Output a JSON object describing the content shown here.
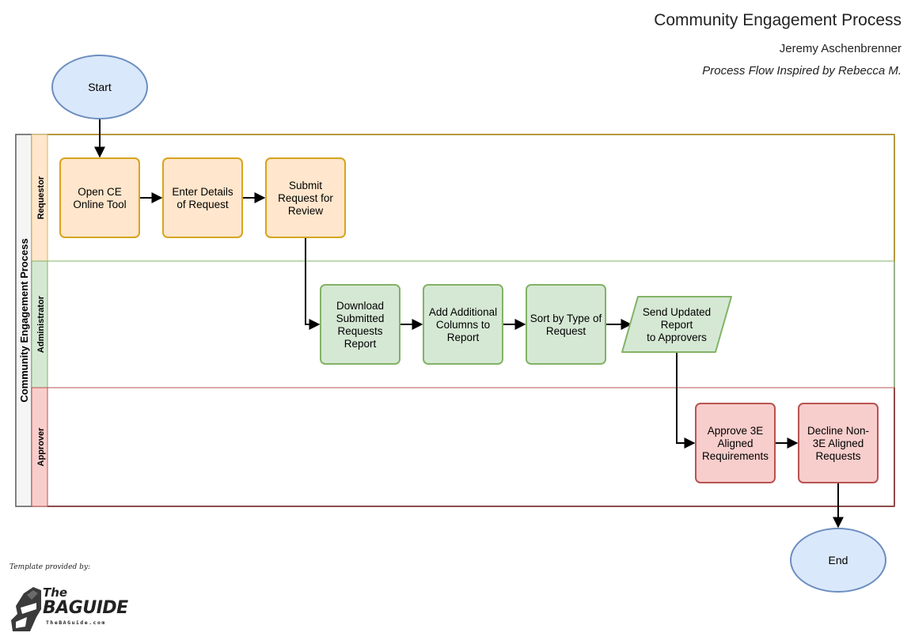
{
  "header": {
    "title": "Community Engagement Process",
    "author": "Jeremy Aschenbrenner",
    "inspired": "Process Flow Inspired by Rebecca M."
  },
  "pool": {
    "label": "Community Engagement Process"
  },
  "lanes": [
    {
      "id": "requestor",
      "label": "Requestor",
      "color": "#d6b656",
      "fill": "#ffe6cc"
    },
    {
      "id": "administrator",
      "label": "Administrator",
      "color": "#82b366",
      "fill": "#d5e8d4"
    },
    {
      "id": "approver",
      "label": "Approver",
      "color": "#b85450",
      "fill": "#f8cecc"
    }
  ],
  "terminals": {
    "start": "Start",
    "end": "End"
  },
  "steps": {
    "open_tool": "Open CE\nOnline Tool",
    "enter_details": "Enter Details\nof Request",
    "submit": "Submit\nRequest for\nReview",
    "download": "Download\nSubmitted\nRequests\nReport",
    "add_columns": "Add Additional\nColumns to\nReport",
    "sort": "Sort by Type of\nRequest",
    "send": "Send Updated\nReport\nto Approvers",
    "approve": "Approve 3E\nAligned\nRequirements",
    "decline": "Decline Non-\n3E Aligned\nRequests"
  },
  "footer": {
    "template_label": "Template provided by:",
    "logo_the": "The",
    "logo_main": "BAGUIDE",
    "logo_url": "TheBAGuide.com"
  }
}
